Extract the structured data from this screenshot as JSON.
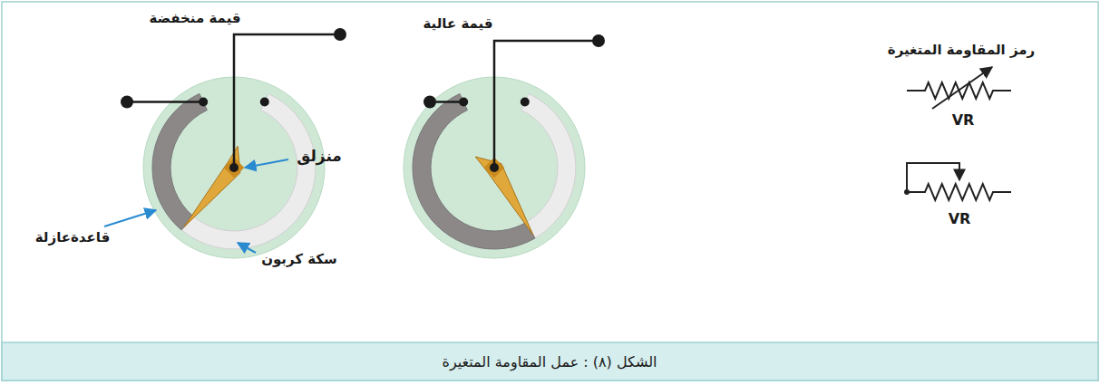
{
  "diagram": {
    "caption": "الشكل (٨) : عمل المقاومة المتغيرة",
    "labels": [
      "قيمة منخفضة",
      "قيمة عالية",
      "رمز المقاومة المتغيرة",
      "VR",
      "منزلق",
      "VR",
      "قاعدةعازلة",
      "سكة كربون"
    ]
  }
}
